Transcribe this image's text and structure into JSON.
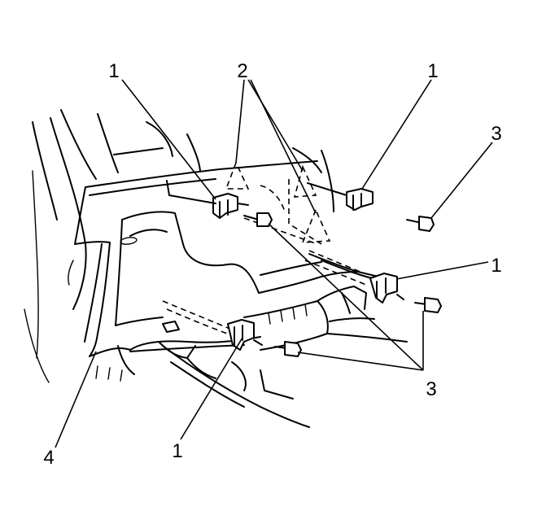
{
  "callouts": {
    "c1_top_left": "1",
    "c1_top_right": "1",
    "c1_right": "1",
    "c1_bottom": "1",
    "c2": "2",
    "c3_top": "3",
    "c3_bottom": "3",
    "c4": "4"
  }
}
